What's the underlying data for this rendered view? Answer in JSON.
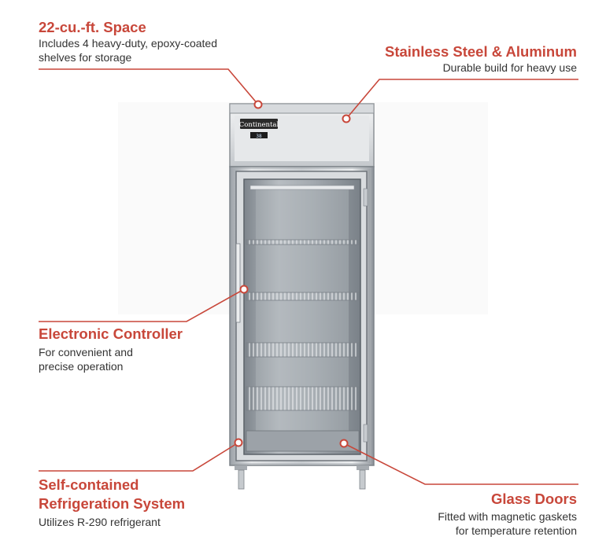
{
  "brand_logo_text": "Continental",
  "display_readout": "38",
  "accent_color": "#c8473a",
  "callouts": {
    "space": {
      "title": "22-cu.-ft. Space",
      "desc_lines": [
        "Includes 4 heavy-duty, epoxy-coated",
        "shelves for storage"
      ]
    },
    "steel": {
      "title": "Stainless Steel & Aluminum",
      "desc_lines": [
        "Durable build for heavy use"
      ]
    },
    "controller": {
      "title": "Electronic Controller",
      "desc_lines": [
        "For convenient and",
        "precise operation"
      ]
    },
    "refrigeration": {
      "title_lines": [
        "Self-contained",
        "Refrigeration System"
      ],
      "desc_lines": [
        "Utilizes R-290 refrigerant"
      ]
    },
    "doors": {
      "title": "Glass Doors",
      "desc_lines": [
        "Fitted with magnetic gaskets",
        "for temperature retention"
      ]
    }
  }
}
